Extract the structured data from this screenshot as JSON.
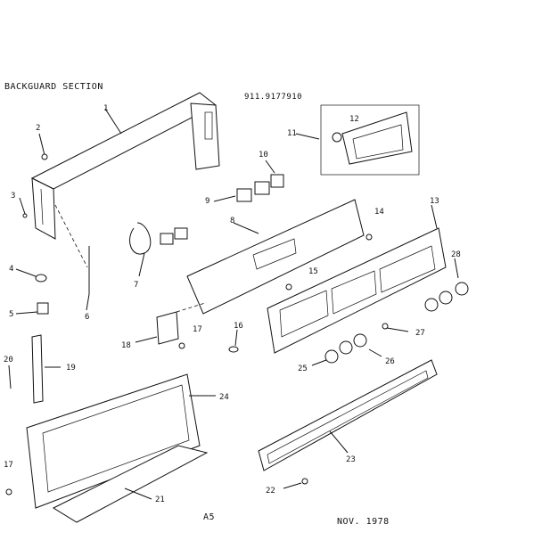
{
  "header": {
    "section_title": "BACKGUARD SECTION",
    "model_number": "911.9177910"
  },
  "footer": {
    "page_code": "A5",
    "date": "NOV. 1978"
  },
  "callouts": [
    "1",
    "2",
    "3",
    "4",
    "5",
    "6",
    "7",
    "8",
    "9",
    "10",
    "11",
    "12",
    "13",
    "14",
    "15",
    "16",
    "17",
    "17",
    "18",
    "19",
    "20",
    "21",
    "22",
    "23",
    "24",
    "25",
    "26",
    "27",
    "28"
  ]
}
